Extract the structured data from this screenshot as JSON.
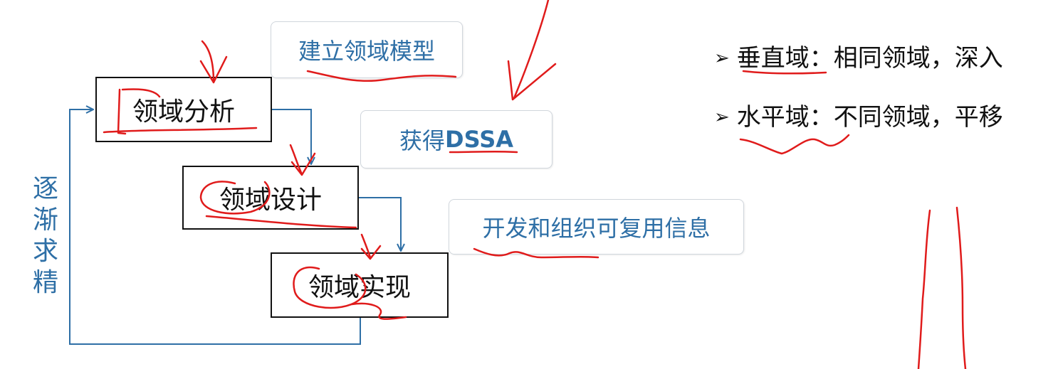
{
  "flow": {
    "boxes": [
      {
        "label": "领域分析"
      },
      {
        "label": "领域设计"
      },
      {
        "label": "领域实现"
      }
    ],
    "loop_label": "逐渐求精"
  },
  "callouts": {
    "model": "建立领域模型",
    "dssa_prefix": "获得",
    "dssa_bold": "DSSA",
    "reuse": "开发和组织可复用信息"
  },
  "bullets": {
    "marker": "➢",
    "vertical": {
      "term": "垂直域",
      "sep": "：",
      "desc": "相同领域，深入"
    },
    "horizontal": {
      "term": "水平域",
      "sep": "：",
      "desc": "不同领域，平移"
    }
  },
  "colors": {
    "flow_line": "#2e6fa6",
    "annotation": "#e01b1b",
    "box_border": "#111111"
  }
}
